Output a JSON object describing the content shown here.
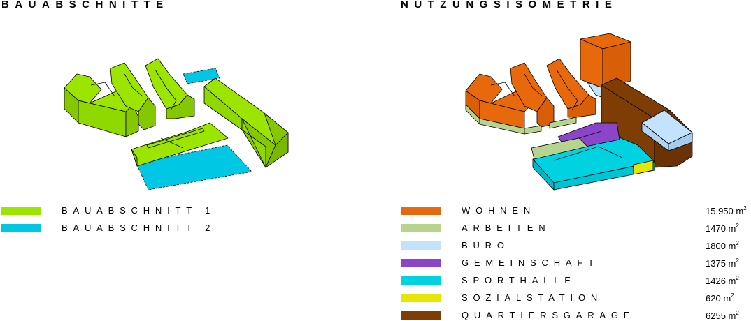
{
  "left_panel": {
    "title": "BAUABSCHNITTE",
    "legend": [
      {
        "label": "BAUABSCHNITT 1",
        "color": "#9be501"
      },
      {
        "label": "BAUABSCHNITT 2",
        "color": "#00c8e4"
      }
    ]
  },
  "right_panel": {
    "title": "NUTZUNGSISOMETRIE",
    "area_unit": "m",
    "area_unit_exponent": "2",
    "legend": [
      {
        "label": "WOHNEN",
        "area": "15.950",
        "color": "#e8690c"
      },
      {
        "label": "ARBEITEN",
        "area": "1470",
        "color": "#b6d48e"
      },
      {
        "label": "BÜRO",
        "area": "1800",
        "color": "#c3e2fb"
      },
      {
        "label": "GEMEINSCHAFT",
        "area": "1375",
        "color": "#8a45c8"
      },
      {
        "label": "SPORTHALLE",
        "area": "1426",
        "color": "#00d2e2"
      },
      {
        "label": "SOZIALSTATION",
        "area": "620",
        "color": "#e6e600"
      },
      {
        "label": "QUARTIERSGARAGE",
        "area": "6255",
        "color": "#7f3d06"
      }
    ]
  }
}
